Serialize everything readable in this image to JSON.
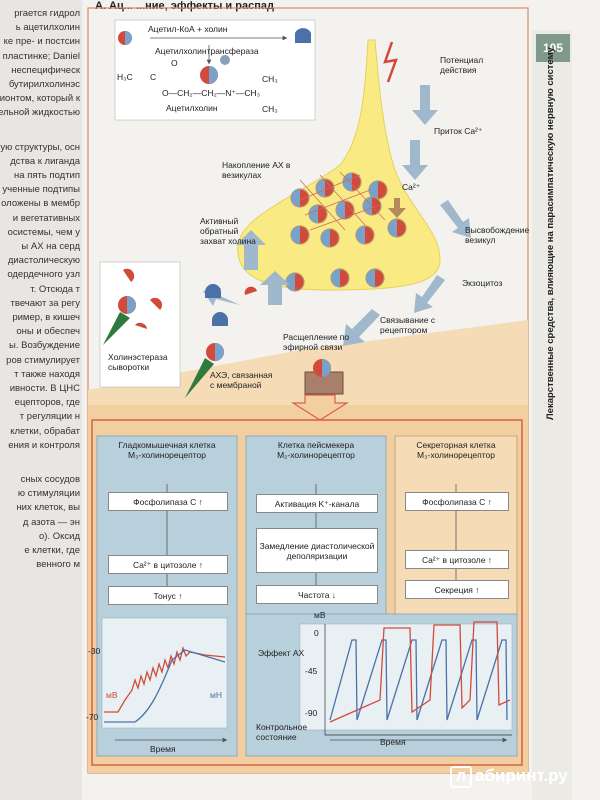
{
  "left_page": {
    "lines": [
      "ргается гидрол",
      "ь ацетилхолин",
      "ке пре- и постсин",
      "пластинке; Daniel",
      "неспецифическ",
      "бутирилхолинэс",
      "ионтом, который к",
      "жительной жидкостью",
      "ую структуры, осн",
      "дства к лиганда",
      "на пять подтип",
      "ученные подтипы",
      "оложены в мембр",
      "и вегетативных",
      "осистемы, чем у",
      "ы AX на серд",
      "диастолическую",
      "одердечного узл",
      "т. Отсюда т",
      "твечают за регу",
      "ример, в кишеч",
      "оны и обеспеч",
      "ы. Возбуждение",
      "ров стимулирует",
      "т также находя",
      "ивности. В ЦНС",
      "ецепторов, где",
      "т регуляции н",
      "клетки, обрабат",
      "ения и контроля",
      "сных сосудов",
      "ю стимуляции",
      "них клеток, вы",
      "д азота — эн",
      "о). Оксид",
      "е клетки, где",
      "венного м"
    ]
  },
  "header": {
    "title": "А. Ац... ...ние, эффекты и распад"
  },
  "page_number": "105",
  "vertical_title": "Лекарственные средства, влияющие на парасимпатическую нервную систему",
  "synthesis": {
    "precursors": "Ацетил-КоА + холин",
    "enzyme": "Ацетилхолинтрансфераза",
    "product": "Ацетилхолин",
    "formula_h3c": "H₃C",
    "formula_c": "C",
    "formula_o": "O",
    "formula_chain": "O—CH₂—CH₂—N⁺—CH₃",
    "formula_ch3_top": "CH₃",
    "formula_ch3_bottom": "CH₃"
  },
  "labels": {
    "action_potential": "Потенциал действия",
    "ca_influx": "Приток Ca²⁺",
    "ca": "Ca²⁺",
    "vesicle_storage": "Накопление AX в везикулах",
    "vesicle_release": "Высвобождение везикул",
    "exocytosis": "Экзоцитоз",
    "reuptake": "Активный обратный захват холина",
    "receptor_binding": "Связывание с рецептором",
    "ester_cleavage": "Расщепление по эфирной связи",
    "serum_che": "Холинэстераза сыворотки",
    "membrane_ache": "АХЭ, связанная с мембраной"
  },
  "panels": [
    {
      "title_l1": "Гладкомышечная клетка",
      "title_l2": "M₃-холинорецептор",
      "steps": [
        "Фосфолипаза C ↑",
        "Ca²⁺ в цитозоле ↑",
        "Тонус ↑"
      ]
    },
    {
      "title_l1": "Клетка пейсмекера",
      "title_l2": "M₂-холинорецептор",
      "steps": [
        "Активация K⁺-канала",
        "Замедление диастолической деполяризации",
        "Частота ↓"
      ]
    },
    {
      "title_l1": "Секреторная клетка",
      "title_l2": "M₃-холинорецептор",
      "steps": [
        "Фосфолипаза C ↑",
        "Ca²⁺ в цитозоле ↑",
        "Секреция ↑"
      ]
    }
  ],
  "chart_muscle": {
    "y_ticks": [
      "-30",
      "-70"
    ],
    "y_left_unit": "мВ",
    "y_right_unit": "мН",
    "x_label": "Время"
  },
  "chart_pacemaker": {
    "y_unit": "мВ",
    "y_ticks": [
      "0",
      "-45",
      "-90"
    ],
    "effect_label": "Эффект AX",
    "control_label_l1": "Контрольное",
    "control_label_l2": "состояние",
    "x_label": "Время"
  },
  "watermark": {
    "letter": "Л",
    "text": "абиринт.ру"
  },
  "colors": {
    "page": "#f3f2ee",
    "orange_bg": "#f1cfa0",
    "blue_box": "#b8cfdc",
    "yellow_terminal": "#f9ea84",
    "arrow": "#9fb8cc",
    "red": "#d14a3b",
    "blue": "#4a72a8"
  }
}
